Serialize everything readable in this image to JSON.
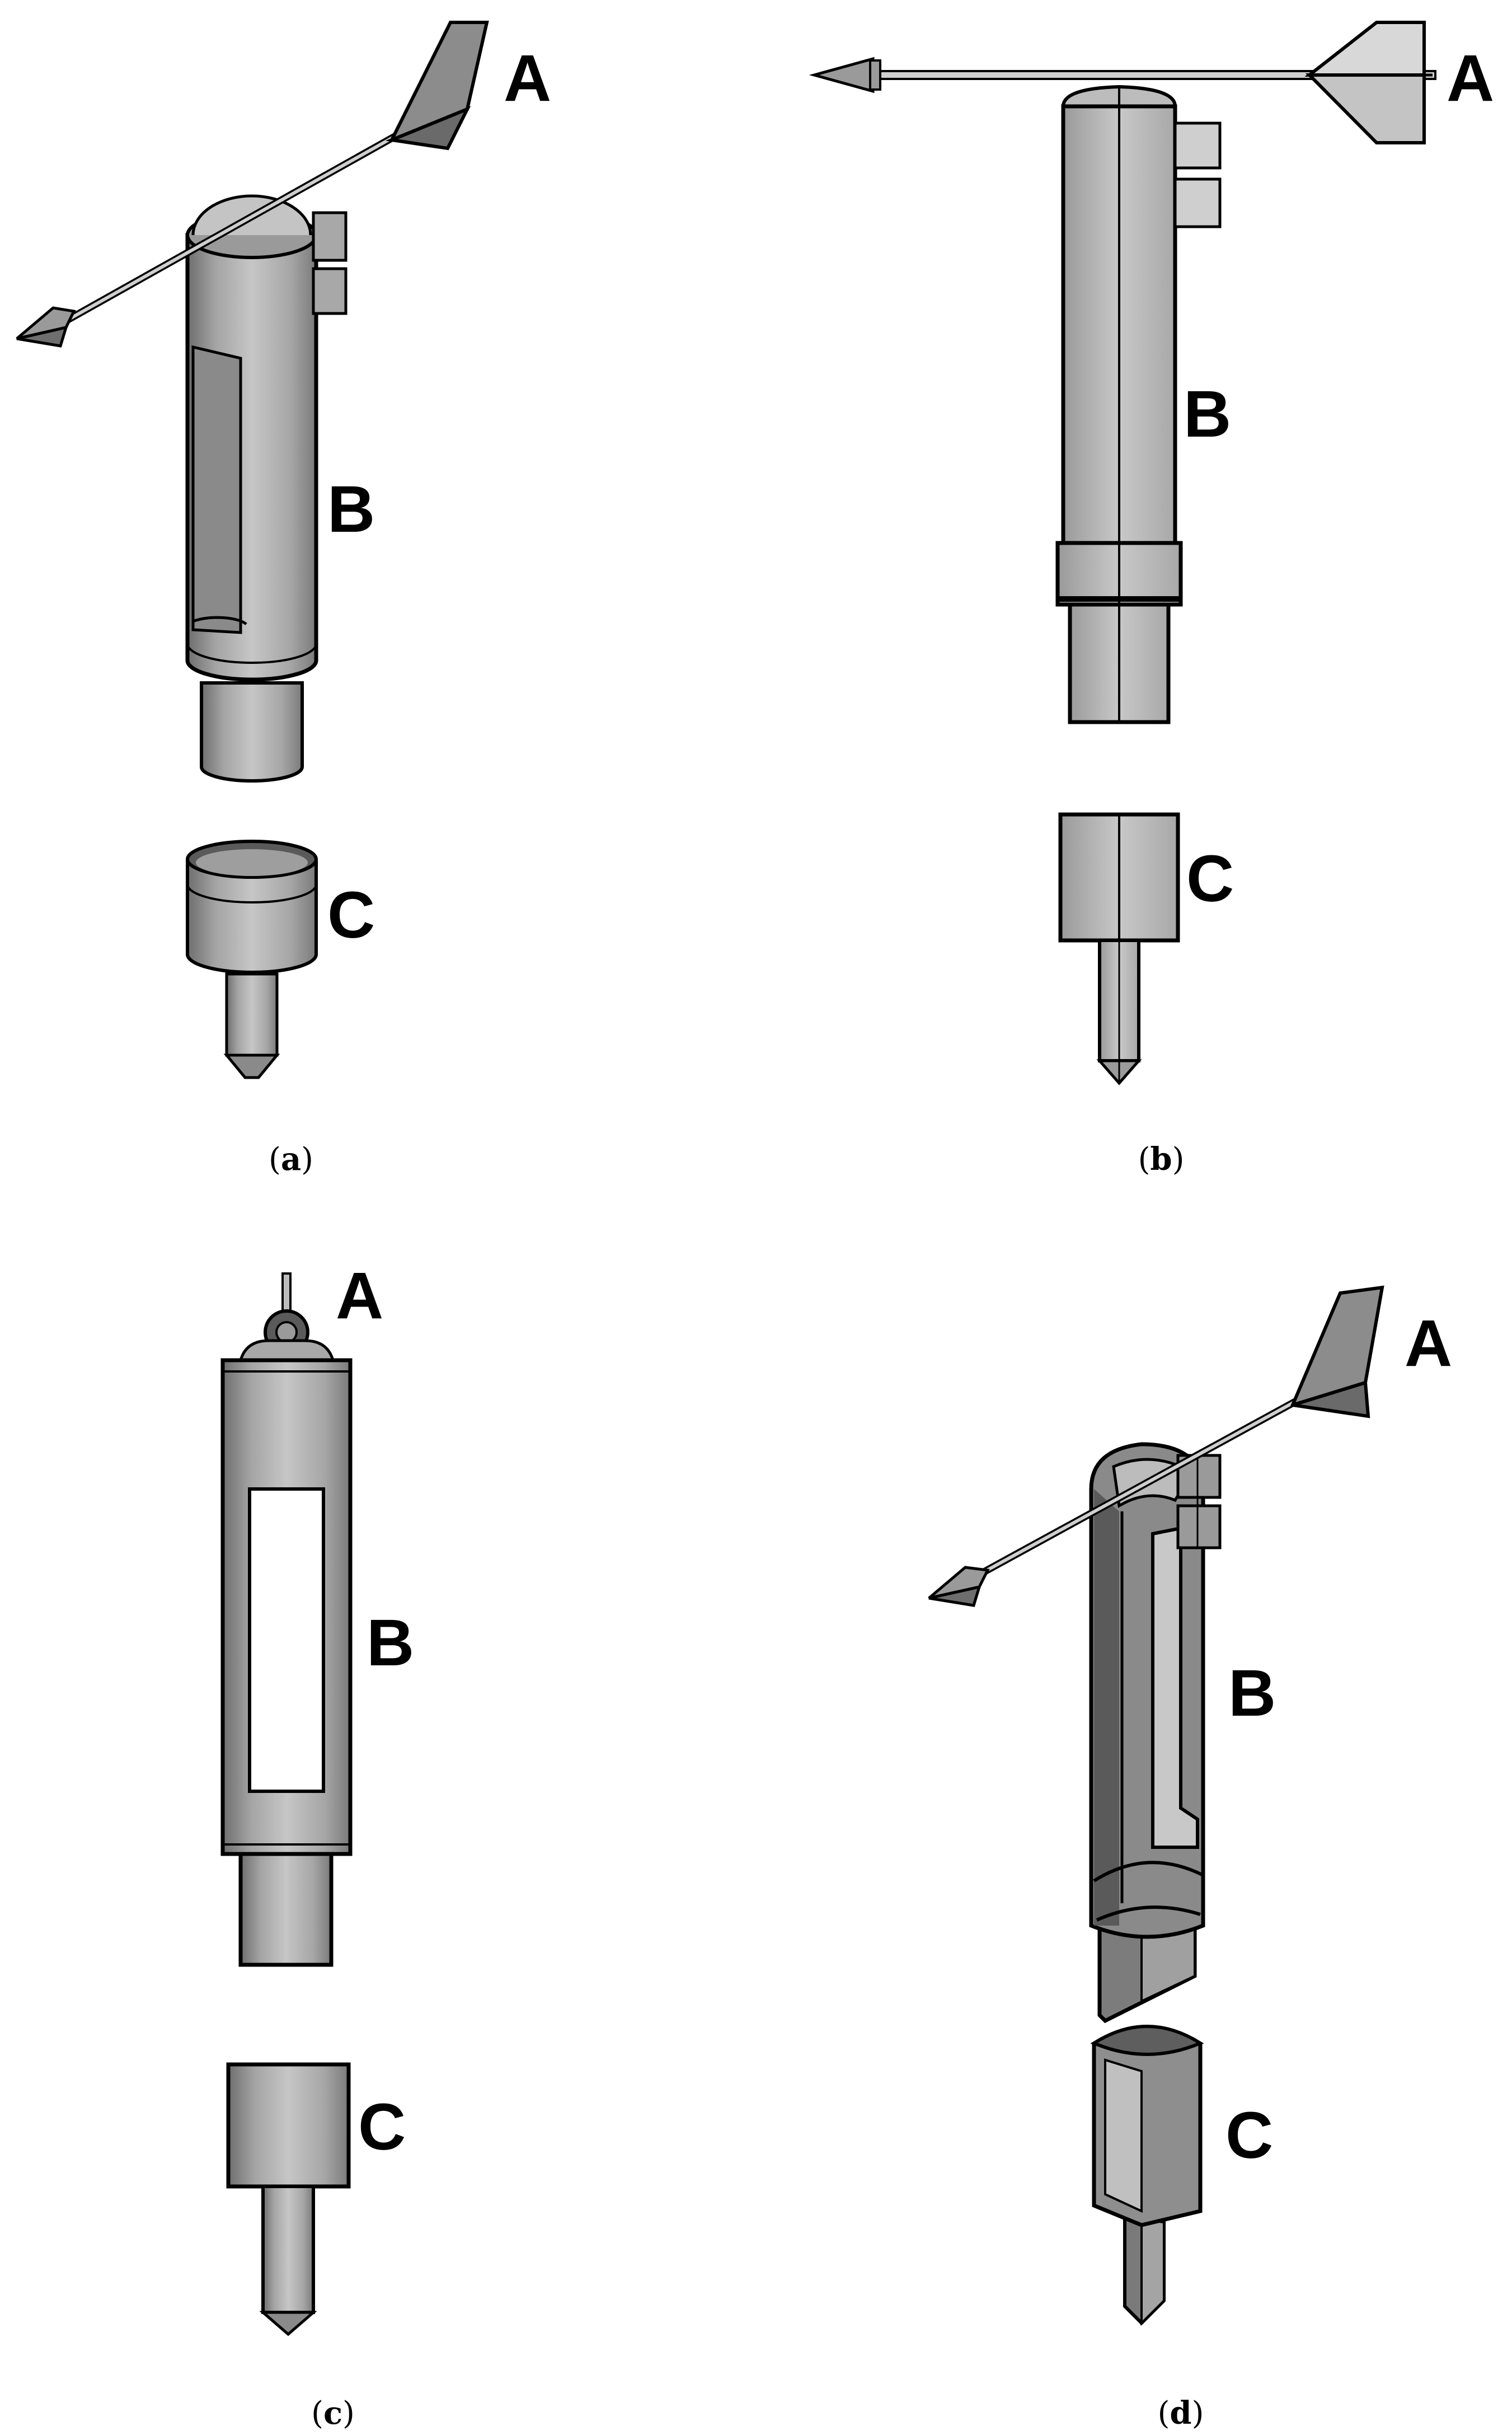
{
  "figure": {
    "background_color": "#ffffff",
    "body_fill_color": "#b4b4b4",
    "outline_color": "#000000",
    "window_fill_color": "#ffffff",
    "panels": [
      {
        "id": "a",
        "caption_letter": "a",
        "view": "isometric",
        "labels": {
          "vane": "A",
          "body": "B",
          "base": "C"
        }
      },
      {
        "id": "b",
        "caption_letter": "b",
        "view": "side",
        "labels": {
          "vane": "A",
          "body": "B",
          "base": "C"
        }
      },
      {
        "id": "c",
        "caption_letter": "c",
        "view": "front",
        "labels": {
          "vane": "A",
          "body": "B",
          "base": "C"
        }
      },
      {
        "id": "d",
        "caption_letter": "d",
        "view": "isometric-cutaway",
        "labels": {
          "vane": "A",
          "body": "B",
          "base": "C"
        }
      }
    ]
  }
}
